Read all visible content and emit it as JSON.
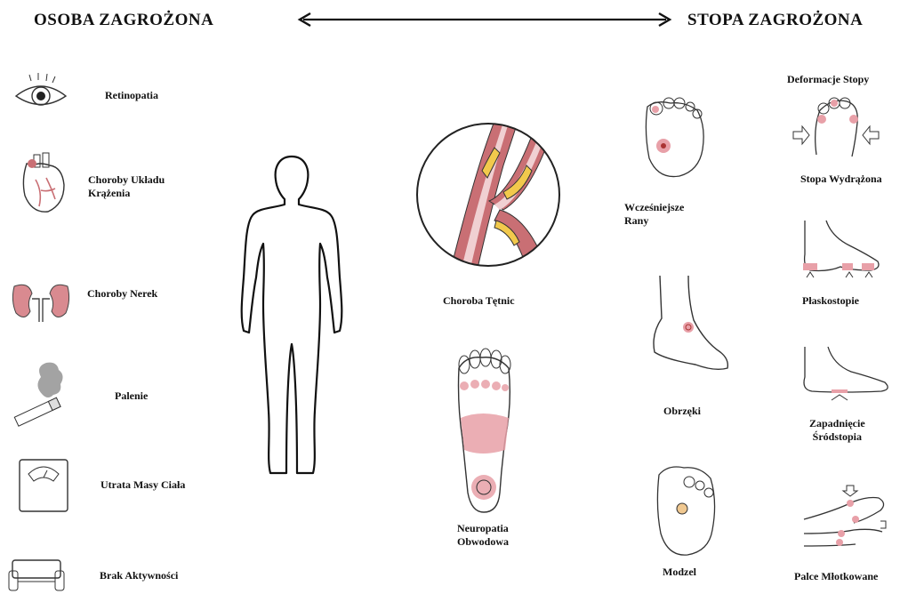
{
  "header": {
    "left_title": "OSOBA ZAGROŻONA",
    "right_title": "STOPA ZAGROŻONA"
  },
  "person_risk_factors": [
    {
      "label": "Retinopatia",
      "icon": "eye-icon"
    },
    {
      "label": "Choroby Układu\nKrążenia",
      "icon": "heart-icon"
    },
    {
      "label": "Choroby Nerek",
      "icon": "kidney-icon"
    },
    {
      "label": "Palenie",
      "icon": "cigarette-icon"
    },
    {
      "label": "Utrata Masy Ciała",
      "icon": "scale-icon"
    },
    {
      "label": "Brak Aktywności",
      "icon": "couch-icon"
    }
  ],
  "center": {
    "artery_label": "Choroba Tętnic",
    "neuropathy_label": "Neuropatia\nObwodowa"
  },
  "foot_risk_factors_left": [
    {
      "label": "Wcześniejsze\nRany",
      "icon": "foot-ulcer-icon"
    },
    {
      "label": "Obrzęki",
      "icon": "swollen-foot-icon"
    },
    {
      "label": "Modzel",
      "icon": "callus-foot-icon"
    }
  ],
  "foot_risk_factors_right": [
    {
      "label": "Deformacje Stopy",
      "icon": "foot-deformity-icon"
    },
    {
      "label": "Stopa Wydrążona",
      "icon": "high-arch-foot-icon"
    },
    {
      "label": "Płaskostopie",
      "icon": "flat-foot-icon"
    },
    {
      "label": "Zapadnięcie\nŚródstopia",
      "icon": "collapsed-midfoot-icon"
    },
    {
      "label": "Palce Młotkowane",
      "icon": "hammer-toes-icon"
    }
  ],
  "colors": {
    "highlight": "#e8a0a8",
    "artery": "#c96f74",
    "plaque": "#f2c94c",
    "line": "#222222"
  }
}
